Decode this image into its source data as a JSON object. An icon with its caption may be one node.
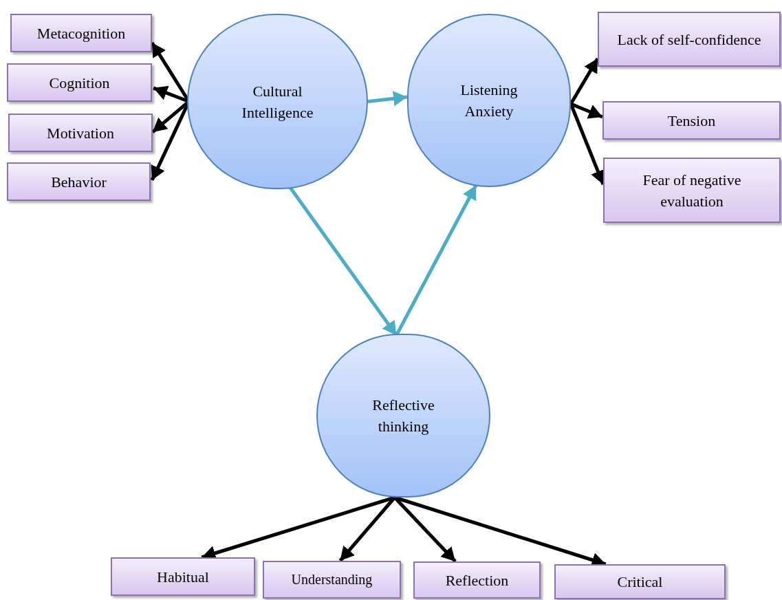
{
  "diagram": {
    "nodes": [
      {
        "text": [
          "Cultural Intelligence"
        ]
      },
      {
        "text": [
          "Listening Anxiety"
        ]
      },
      {
        "text": [
          "Reflective thinking"
        ]
      },
      {
        "text": [
          "Metacognition"
        ]
      },
      {
        "text": [
          "Cognition"
        ]
      },
      {
        "text": [
          "Motivation"
        ]
      },
      {
        "text": [
          "Behavior"
        ]
      },
      {
        "text": [
          "Lack of self-confidence"
        ]
      },
      {
        "text": [
          "Tension"
        ]
      },
      {
        "text": [
          "Fear of negative evaluation"
        ]
      },
      {
        "text": [
          "Habitual"
        ]
      },
      {
        "text": [
          "Understanding"
        ]
      },
      {
        "text": [
          "Reflection"
        ]
      },
      {
        "text": [
          "Critical"
        ]
      }
    ],
    "edges": [
      {
        "from": 0,
        "to": 3,
        "arrow": "to"
      },
      {
        "from": 0,
        "to": 4,
        "arrow": "to"
      },
      {
        "from": 0,
        "to": 5,
        "arrow": "to"
      },
      {
        "from": 0,
        "to": 6,
        "arrow": "to"
      },
      {
        "from": 1,
        "to": 7,
        "arrow": "to"
      },
      {
        "from": 1,
        "to": 8,
        "arrow": "to"
      },
      {
        "from": 1,
        "to": 9,
        "arrow": "to"
      },
      {
        "from": 2,
        "to": 10,
        "arrow": "to"
      },
      {
        "from": 2,
        "to": 11,
        "arrow": "to"
      },
      {
        "from": 2,
        "to": 12,
        "arrow": "to"
      },
      {
        "from": 2,
        "to": 13,
        "arrow": "to"
      },
      {
        "from": 0,
        "to": 1,
        "arrow": "to",
        "color": "#4bacc6"
      },
      {
        "from": 0,
        "to": 2,
        "arrow": "to",
        "color": "#4bacc6"
      },
      {
        "from": 2,
        "to": 1,
        "arrow": "to",
        "color": "#4bacc6"
      }
    ]
  }
}
